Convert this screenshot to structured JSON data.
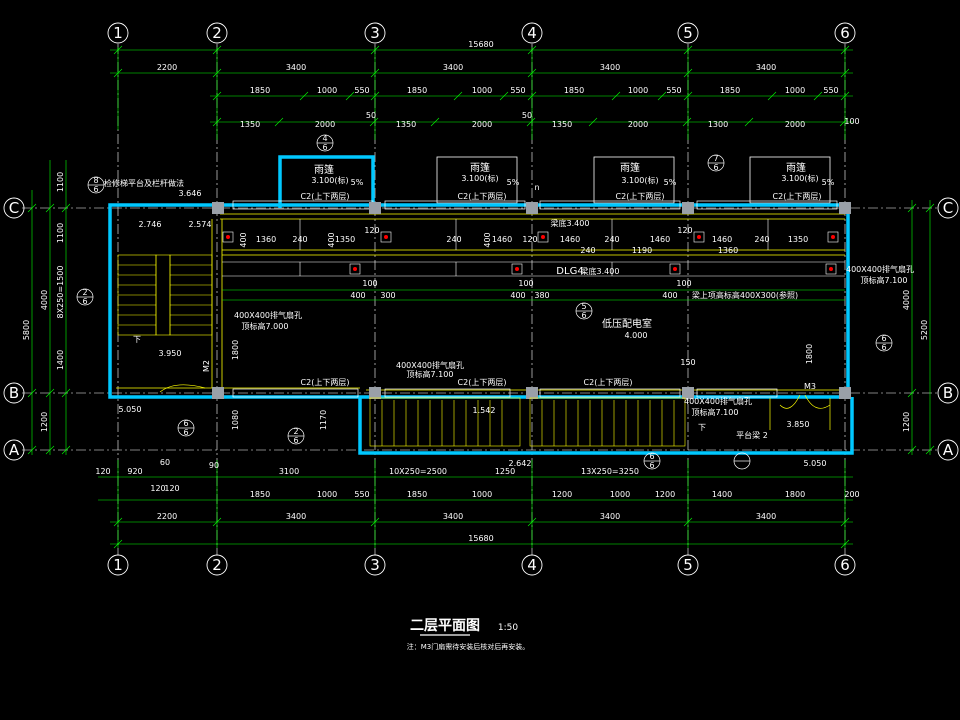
{
  "drawing": {
    "title": "二层平面图",
    "scale": "1:50",
    "note": "注：M3门扇需待安装后核对后再安装。",
    "axes_top": [
      "1",
      "2",
      "3",
      "4",
      "5",
      "6"
    ],
    "axes_bottom": [
      "1",
      "2",
      "3",
      "4",
      "5",
      "6"
    ],
    "axes_left": [
      "C",
      "B",
      "A"
    ],
    "axes_right": [
      "C",
      "B",
      "A"
    ],
    "dims": {
      "overall_top": "15680",
      "overall_bottom": "15680",
      "bays_top": [
        "2200",
        "3400",
        "3400",
        "3400",
        "3400"
      ],
      "bays_bottom": [
        "2200",
        "3400",
        "3400",
        "3400",
        "3400"
      ],
      "row2_top": [
        "1850",
        "1000",
        "550",
        "1850",
        "1000",
        "550",
        "1850",
        "1000",
        "550",
        "1850",
        "1000",
        "550"
      ],
      "row3_top": [
        "1350",
        "2000",
        "50",
        "1350",
        "2000",
        "50",
        "1350",
        "2000",
        "1300",
        "2000",
        "100"
      ],
      "row_b1": [
        "120",
        "920",
        "60",
        "90",
        "3100",
        "10X250=2500",
        "1250",
        "13X250=3250",
        "5.050"
      ],
      "row_b1b": [
        "120",
        "120"
      ],
      "row_b2": [
        "1850",
        "1000",
        "550",
        "1850",
        "1000",
        "1200",
        "1000",
        "1200",
        "1400",
        "1800",
        "200"
      ],
      "left_outer": "5800",
      "left_inner": [
        "1100",
        "1100",
        "8X250=1500",
        "1400",
        "1200"
      ],
      "left_mid": "4000",
      "right_outer": "5200",
      "right_inner": [
        "4000",
        "1200"
      ],
      "upper_row": [
        "400",
        "1360",
        "240",
        "400",
        "1350",
        "120",
        "240",
        "400",
        "1460",
        "240",
        "1460",
        "120",
        "1460",
        "240",
        "1190",
        "1460",
        "120",
        "1360",
        "240",
        "1350"
      ],
      "mid_row": [
        "400",
        "300",
        "400",
        "380",
        "400",
        "100",
        "100",
        "100"
      ]
    },
    "labels": {
      "canopy": "雨篷",
      "canopy_elev": "3.100(标)",
      "slope": "5%",
      "window": "C2(上下两层)",
      "room": "低压配电室",
      "room_elev": "4.000",
      "dlg4": "DLG4",
      "beam_elev": "梁底3.400",
      "vent1": "400X400排气扇孔",
      "vent1b": "顶标高7.100",
      "vent2": "400X400排气扇孔",
      "vent2b": "顶标高7.000",
      "vent3": "400X400排气扇孔",
      "vent3b": "顶标高7.100",
      "stair_elev_a": "2.746",
      "stair_elev_b": "2.574",
      "stair_elev_c": "3.646",
      "stair_elev_d": "3.950",
      "stair_elev_e": "5.050",
      "down": "下",
      "door_m2": "M2",
      "door_m3": "M3",
      "elev_1542": "1.542",
      "elev_2642": "2.642",
      "elev_3850": "3.850",
      "platform": "平台梁 2",
      "ref_steel": "检修梯平台及栏杆做法",
      "beam_note": "梁上项高标高400X300(参照)",
      "n_mark": "n",
      "dim_1800": "1800",
      "dim_1080": "1080",
      "dim_1170": "1170",
      "dim_150": "150"
    },
    "refs": [
      {
        "num": "4",
        "den": "6"
      },
      {
        "num": "7",
        "den": "6"
      },
      {
        "num": "8",
        "den": "6"
      },
      {
        "num": "2",
        "den": "6"
      },
      {
        "num": "6",
        "den": "6"
      },
      {
        "num": "2",
        "den": "6"
      },
      {
        "num": "5",
        "den": "6"
      },
      {
        "num": "6",
        "den": "6"
      },
      {
        "num": "6",
        "den": "6"
      }
    ]
  }
}
